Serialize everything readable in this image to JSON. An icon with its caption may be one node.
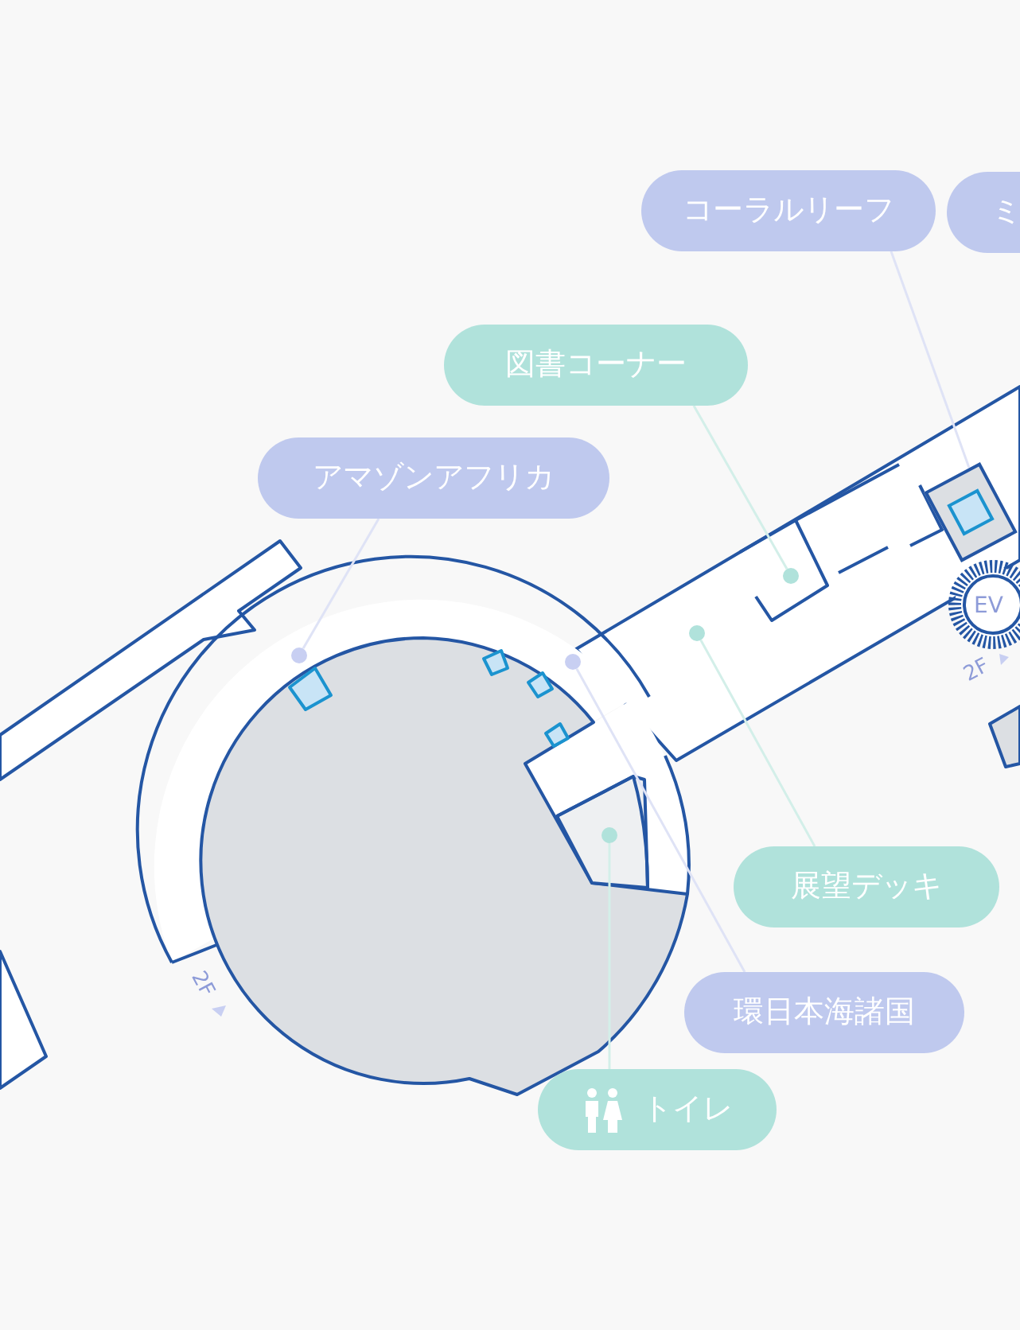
{
  "diagram": {
    "nodes": [
      {
        "text": [
          "コーラルリーフ"
        ]
      },
      {
        "text": [
          "ミ"
        ]
      },
      {
        "text": [
          "図書コーナー"
        ]
      },
      {
        "text": [
          "アマゾンアフリカ"
        ]
      },
      {
        "text": [
          "展望デッキ"
        ]
      },
      {
        "text": [
          "環日本海諸国"
        ]
      },
      {
        "text": [
          "トイレ"
        ]
      },
      {
        "text": [],
        "shape": "circle"
      },
      {
        "text": [],
        "shape": "circle"
      },
      {
        "text": [],
        "shape": "circle"
      },
      {
        "text": [],
        "shape": "circle"
      },
      {
        "text": [],
        "shape": "circle"
      },
      {
        "text": [],
        "shape": "box"
      }
    ],
    "edges": [
      {
        "from": 0,
        "to": 12,
        "arrow": "none"
      },
      {
        "from": 2,
        "to": 11,
        "arrow": "none",
        "color": "#d3efe9"
      },
      {
        "from": 3,
        "to": 7,
        "arrow": "none"
      },
      {
        "from": 4,
        "to": 10,
        "arrow": "none",
        "color": "#d3efe9"
      },
      {
        "from": 5,
        "to": 8,
        "arrow": "none"
      },
      {
        "from": 6,
        "to": 9,
        "arrow": "none",
        "color": "#d3efe9"
      }
    ],
    "labels": [
      "EV",
      "2F",
      "2F"
    ]
  }
}
